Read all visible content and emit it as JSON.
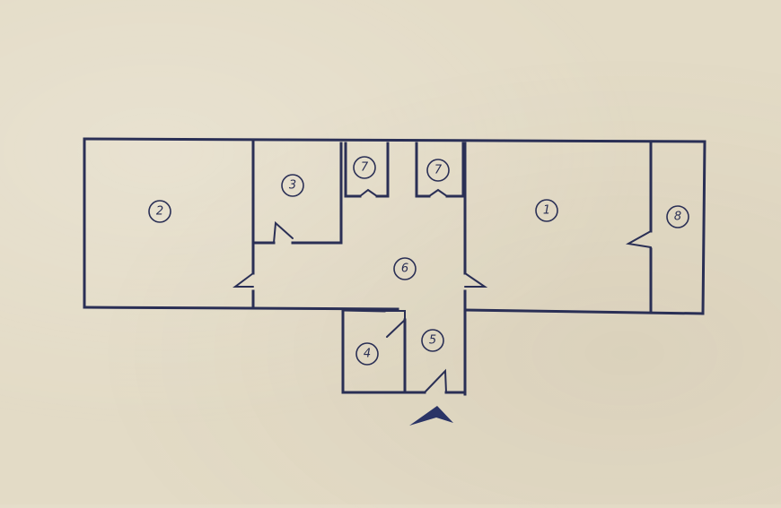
{
  "floor_plan": {
    "rooms": [
      {
        "id": "room-1",
        "label": "1"
      },
      {
        "id": "room-2",
        "label": "2"
      },
      {
        "id": "room-3",
        "label": "3"
      },
      {
        "id": "room-4",
        "label": "4"
      },
      {
        "id": "room-5",
        "label": "5"
      },
      {
        "id": "room-6",
        "label": "6"
      },
      {
        "id": "room-7a",
        "label": "7"
      },
      {
        "id": "room-7b",
        "label": "7"
      },
      {
        "id": "room-8",
        "label": "8"
      }
    ],
    "colors": {
      "ink": "#2a2f55",
      "paper": "#e3dbc6",
      "entrance_arrow": "#2a3466"
    },
    "icons": [
      "entrance-arrow-icon"
    ]
  }
}
